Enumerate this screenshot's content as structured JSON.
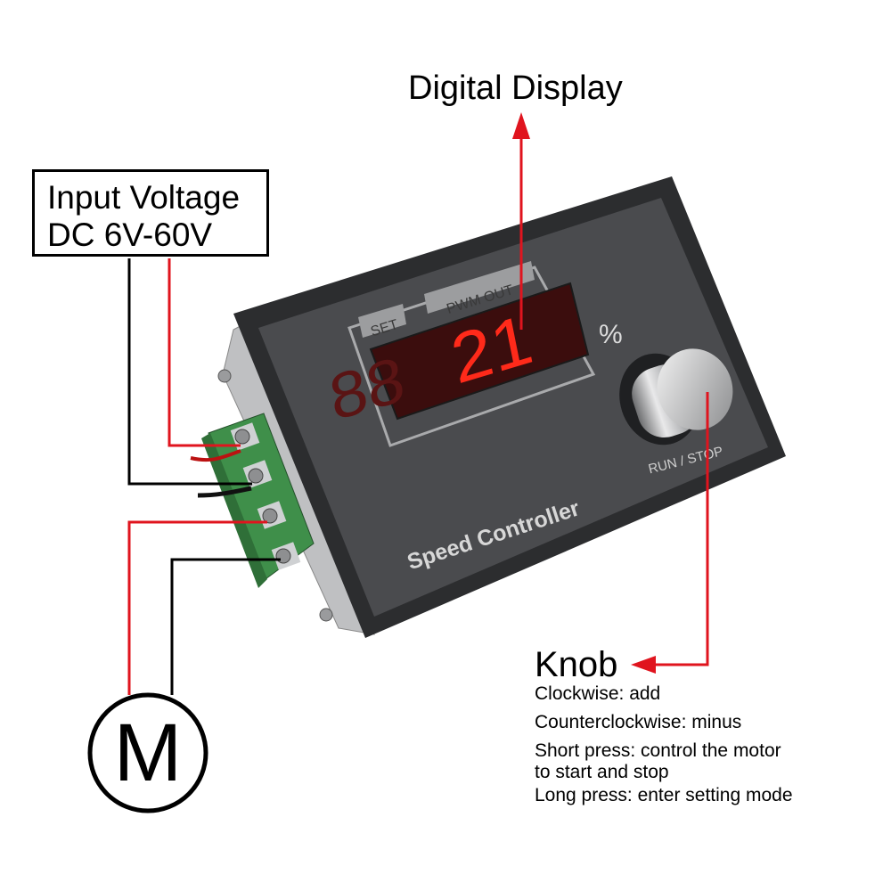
{
  "labels": {
    "digital_display": "Digital Display",
    "input_voltage_line1": "Input Voltage",
    "input_voltage_line2": "DC 6V-60V",
    "motor_symbol": "M",
    "knob_title": "Knob",
    "knob_notes": [
      "Clockwise: add",
      "Counterclockwise: minus",
      "Short press: control the motor",
      "to start and stop",
      "Long press: enter setting mode"
    ]
  },
  "device": {
    "set_badge": "SET",
    "pwm_badge": "PWM OUT",
    "display_value": "21",
    "unit": "%",
    "knob_label": "RUN / STOP",
    "brand_text": "Speed Controller"
  },
  "colors": {
    "arrow_red": "#e0141e",
    "wire_black": "#000000",
    "panel": "#4a4b4e",
    "led_red": "#ff2a1a",
    "terminal_green": "#3f8f4a"
  }
}
